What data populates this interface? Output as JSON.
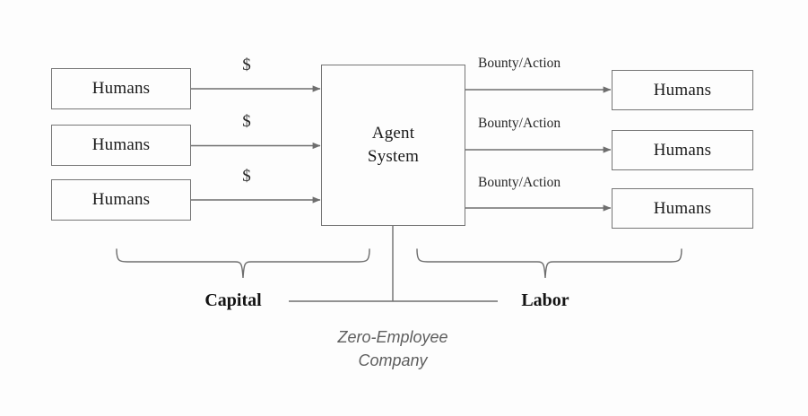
{
  "diagram": {
    "title_caption": "Zero-Employee\nCompany",
    "colors": {
      "background": "#fdfdfd",
      "stroke": "#767676",
      "arrow": "#6e6e6e",
      "text": "#1a1a1a",
      "caption_text": "#5e5e5e",
      "group_label_text": "#131313"
    },
    "left_nodes": [
      {
        "label": "Humans"
      },
      {
        "label": "Humans"
      },
      {
        "label": "Humans"
      }
    ],
    "center_node": {
      "line1": "Agent",
      "line2": "System"
    },
    "right_nodes": [
      {
        "label": "Humans"
      },
      {
        "label": "Humans"
      },
      {
        "label": "Humans"
      }
    ],
    "inbound_edge_labels": [
      {
        "label": "$"
      },
      {
        "label": "$"
      },
      {
        "label": "$"
      }
    ],
    "outbound_edge_labels": [
      {
        "label": "Bounty/Action"
      },
      {
        "label": "Bounty/Action"
      },
      {
        "label": "Bounty/Action"
      }
    ],
    "group_labels": [
      {
        "label": "Capital"
      },
      {
        "label": "Labor"
      }
    ]
  }
}
